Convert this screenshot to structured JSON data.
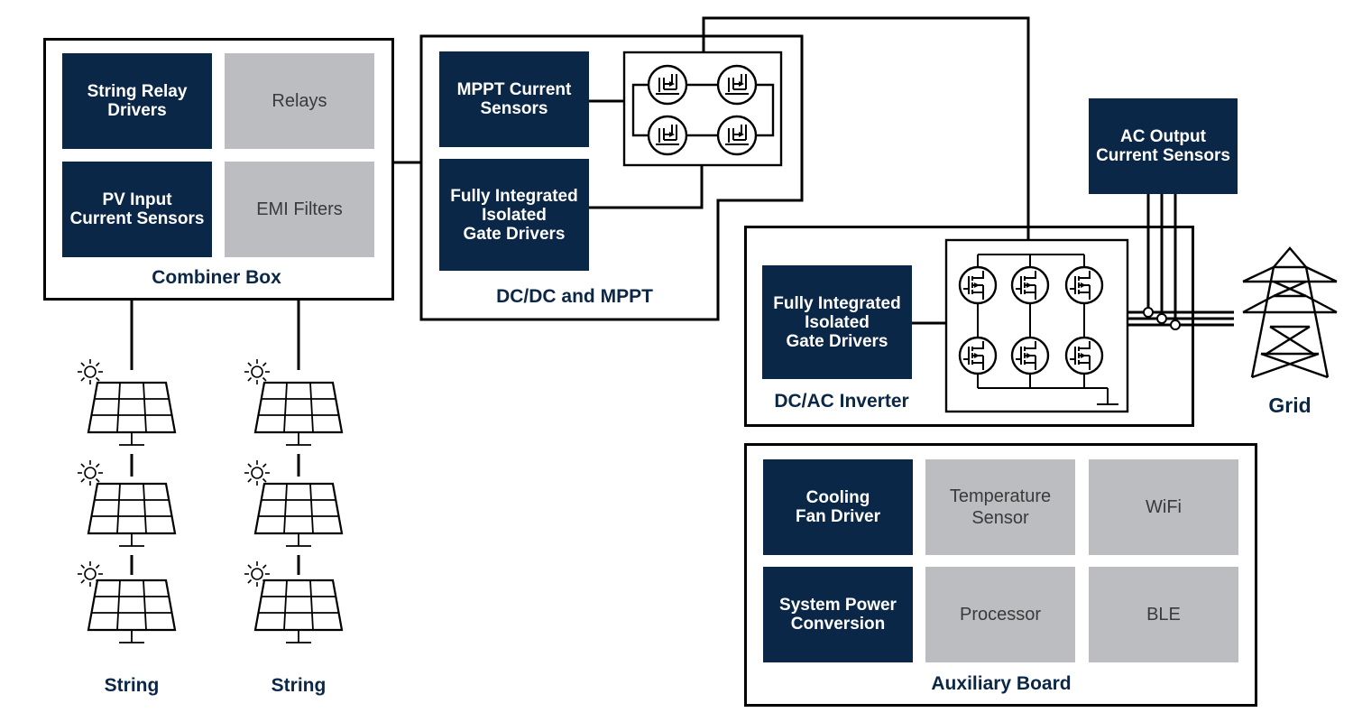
{
  "combiner_box": {
    "title": "Combiner Box",
    "string_relay_drivers": "String Relay\nDrivers",
    "relays": "Relays",
    "pv_input_current_sensors": "PV Input\nCurrent Sensors",
    "emi_filters": "EMI Filters"
  },
  "dcdc_mppt": {
    "title": "DC/DC and MPPT",
    "mppt_current_sensors": "MPPT Current\nSensors",
    "gate_drivers": "Fully Integrated\nIsolated\nGate Drivers"
  },
  "ac_output_current_sensors": "AC Output\nCurrent  Sensors",
  "dcac_inverter": {
    "title": "DC/AC Inverter",
    "gate_drivers": "Fully Integrated\nIsolated\nGate Drivers"
  },
  "grid": {
    "label": "Grid"
  },
  "auxiliary_board": {
    "title": "Auxiliary Board",
    "cooling_fan_driver": "Cooling\nFan Driver",
    "temperature_sensor": "Temperature\nSensor",
    "wifi": "WiFi",
    "system_power_conversion": "System Power\nConversion",
    "processor": "Processor",
    "ble": "BLE"
  },
  "strings": [
    {
      "label": "String"
    },
    {
      "label": "String"
    }
  ],
  "icons": [
    "sun-icon",
    "solar-panel-icon",
    "transistor-icon",
    "transmission-tower-icon",
    "ground-icon"
  ],
  "colors": {
    "navy": "#0b2747",
    "gray": "#bcbdc0",
    "line": "#000000"
  }
}
